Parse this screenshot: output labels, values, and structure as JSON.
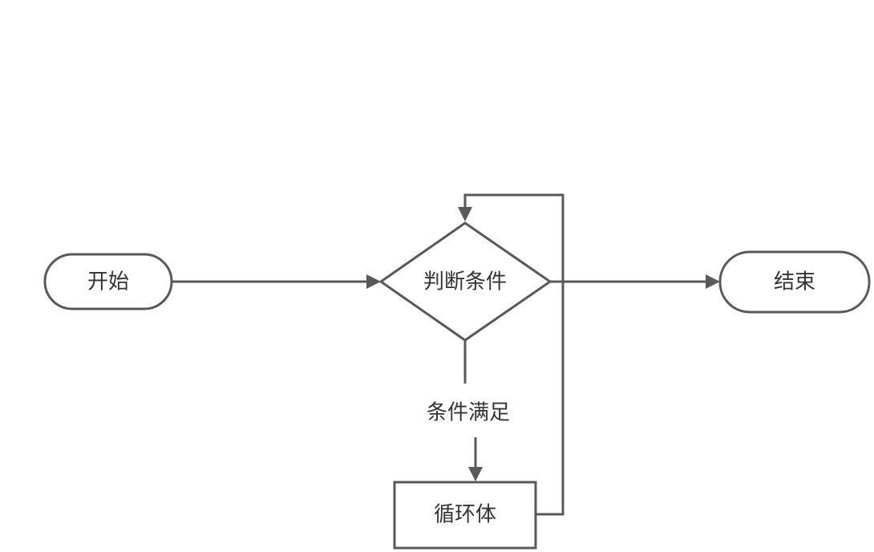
{
  "colors": {
    "stroke": "#595959",
    "text": "#333333",
    "background": "#ffffff"
  },
  "nodes": {
    "start": {
      "label": "开始",
      "shape": "terminal"
    },
    "decision": {
      "label": "判断条件",
      "shape": "diamond"
    },
    "end": {
      "label": "结束",
      "shape": "terminal"
    },
    "loop_body": {
      "label": "循环体",
      "shape": "rectangle"
    }
  },
  "edges": {
    "start_to_decision": {
      "from": "开始",
      "to": "判断条件",
      "label": ""
    },
    "decision_to_end": {
      "from": "判断条件",
      "to": "结束",
      "label": ""
    },
    "decision_to_loop": {
      "from": "判断条件",
      "to": "循环体",
      "label": "条件满足"
    },
    "loop_back": {
      "from": "循环体",
      "to": "判断条件",
      "label": ""
    }
  }
}
